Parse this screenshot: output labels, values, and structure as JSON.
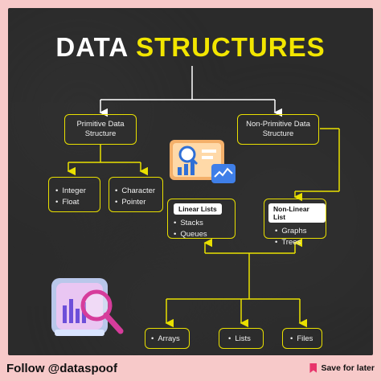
{
  "title": {
    "part1": "DATA",
    "part2": "STRUCTURES"
  },
  "primitive": {
    "label": "Primitive Data Structure",
    "left_items": [
      "Integer",
      "Float"
    ],
    "right_items": [
      "Character",
      "Pointer"
    ]
  },
  "non_primitive": {
    "label": "Non-Primitive Data Structure"
  },
  "linear": {
    "title": "Linear Lists",
    "items": [
      "Stacks",
      "Queues"
    ]
  },
  "non_linear": {
    "title": "Non-Linear List",
    "items": [
      "Graphs",
      "Trees"
    ]
  },
  "bottom": {
    "arrays": "Arrays",
    "lists": "Lists",
    "files": "Files"
  },
  "footer": {
    "follow": "Follow @dataspoof",
    "save": "Save for later"
  },
  "colors": {
    "accent": "#f2e600",
    "board": "#2b2b2b",
    "frame": "#f7c9c9",
    "bookmark": "#e8336b"
  },
  "icons": [
    "analytics-dashboard-icon",
    "magnifier-chart-icon",
    "bookmark-icon"
  ]
}
